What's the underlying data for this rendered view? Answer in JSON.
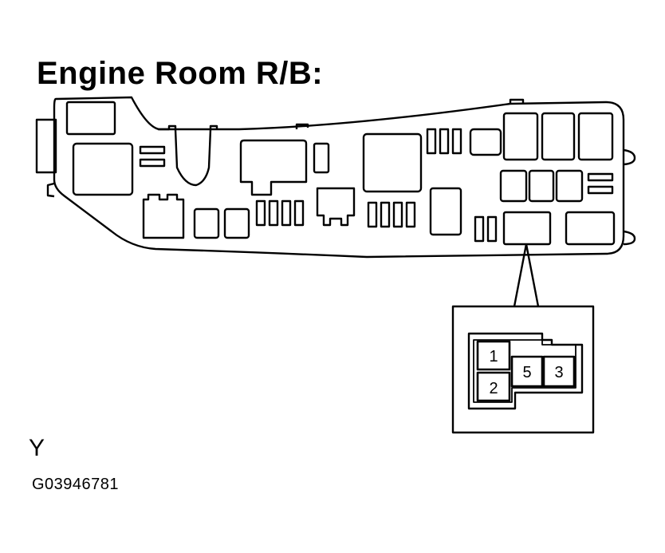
{
  "title": "Engine Room R/B:",
  "connector_pins": [
    "1",
    "2",
    "5",
    "3"
  ],
  "letter": "Y",
  "figure_code": "G03946781"
}
